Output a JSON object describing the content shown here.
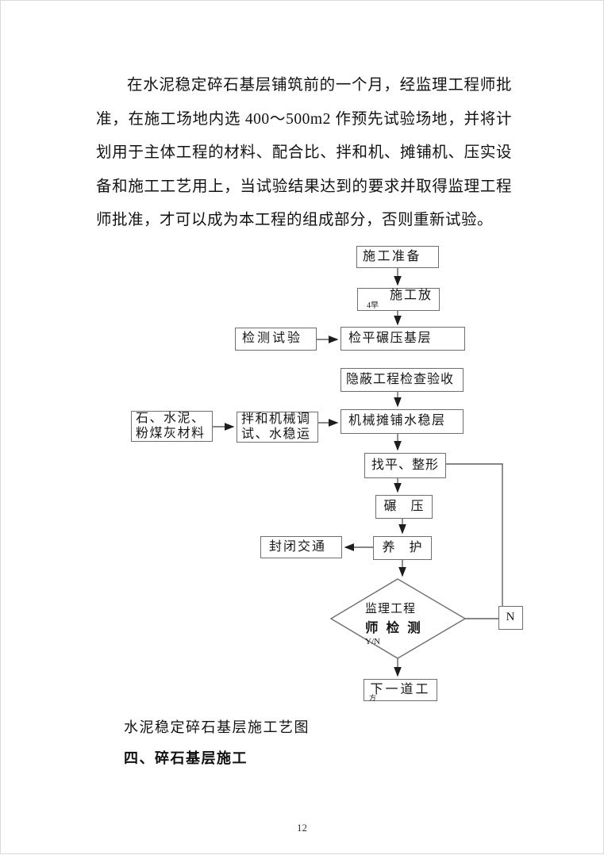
{
  "document": {
    "paragraph": "在水泥稳定碎石基层铺筑前的一个月，经监理工程师批准，在施工场地内选 400～500m2 作预先试验场地，并将计划用于主体工程的材料、配合比、拌和机、摊铺机、压实设备和施工工艺用上，当试验结果达到的要求并取得监理工程师批准，才可以成为本工程的组成部分，否则重新试验。",
    "figure_caption": "水泥稳定碎石基层施工艺图",
    "section_heading": "四、碎石基层施工",
    "page_number": "12"
  },
  "flowchart": {
    "nodes": {
      "prep": "施工准备",
      "layout_main": "施工放",
      "layout_sub": "4早",
      "test": "检测试验",
      "check_base": "检平碾压基层",
      "hidden": "隐蔽工程检查验收",
      "materials": "石、水泥、\n粉煤灰材料",
      "mixer": "拌和机械调\n试、水稳运",
      "paving": "机械摊铺水稳层",
      "leveling": "找平、整形",
      "rolling": "碾　压",
      "curing": "养　护",
      "close_traffic": "封闭交通",
      "decision_line1": "监理工程",
      "decision_line2": "师 检 测",
      "decision_line3": "Y/N",
      "no_label": "N",
      "next_main": "下一道工",
      "next_sub": "方"
    },
    "colors": {
      "box_border": "#6f6f6f",
      "connector": "#5f5f5f",
      "arrowhead": "#1d1d1d",
      "text": "#161616"
    }
  }
}
